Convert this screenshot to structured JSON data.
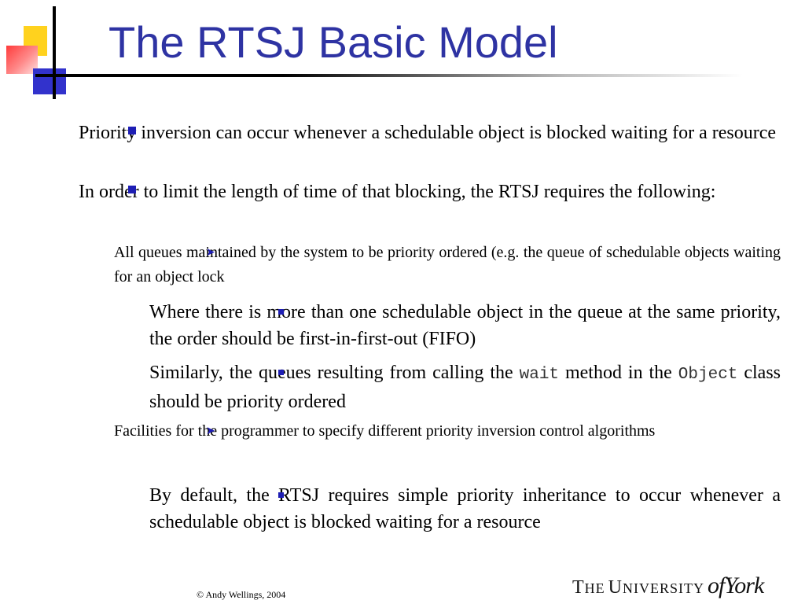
{
  "slide": {
    "title": "The RTSJ Basic Model",
    "items": [
      {
        "text": "Priority inversion can occur whenever a schedulable object is blocked waiting for a resource"
      },
      {
        "text": "In order to limit the length of time of that blocking, the RTSJ requires the following:"
      },
      {
        "text": "All queues maintained by the system to be priority ordered (e.g. the queue of schedulable objects waiting for an object lock"
      },
      {
        "text": "Where there is more than one schedulable object in the queue at the same priority, the order should be first-in-first-out (FIFO)"
      },
      {
        "text_1": "Similarly, the queues resulting from calling the ",
        "code_1": "wait",
        "text_2": " method in the ",
        "code_2": "Object",
        "text_3": " class should be priority ordered"
      },
      {
        "text": "Facilities for the programmer to specify different priority inversion control algorithms"
      },
      {
        "text": "By default, the RTSJ requires simple priority inheritance to occur whenever a schedulable object is blocked waiting for a resource"
      }
    ]
  },
  "footer": {
    "copyright": "© Andy Wellings, 2004",
    "logo": {
      "the": "T",
      "he": "HE",
      "u": "U",
      "niversity": "NIVERSITY",
      "of": "of",
      "york": "York"
    }
  },
  "colors": {
    "title": "#2e33a3",
    "bullet": "#1e1eb4",
    "yellow": "#ffd21e",
    "red": "#ff3b3b",
    "blue": "#3232cc"
  },
  "icons": {
    "level1": "square-bullet-icon",
    "level2": "arrowhead-bullet-icon",
    "level3": "small-square-bullet-icon"
  }
}
